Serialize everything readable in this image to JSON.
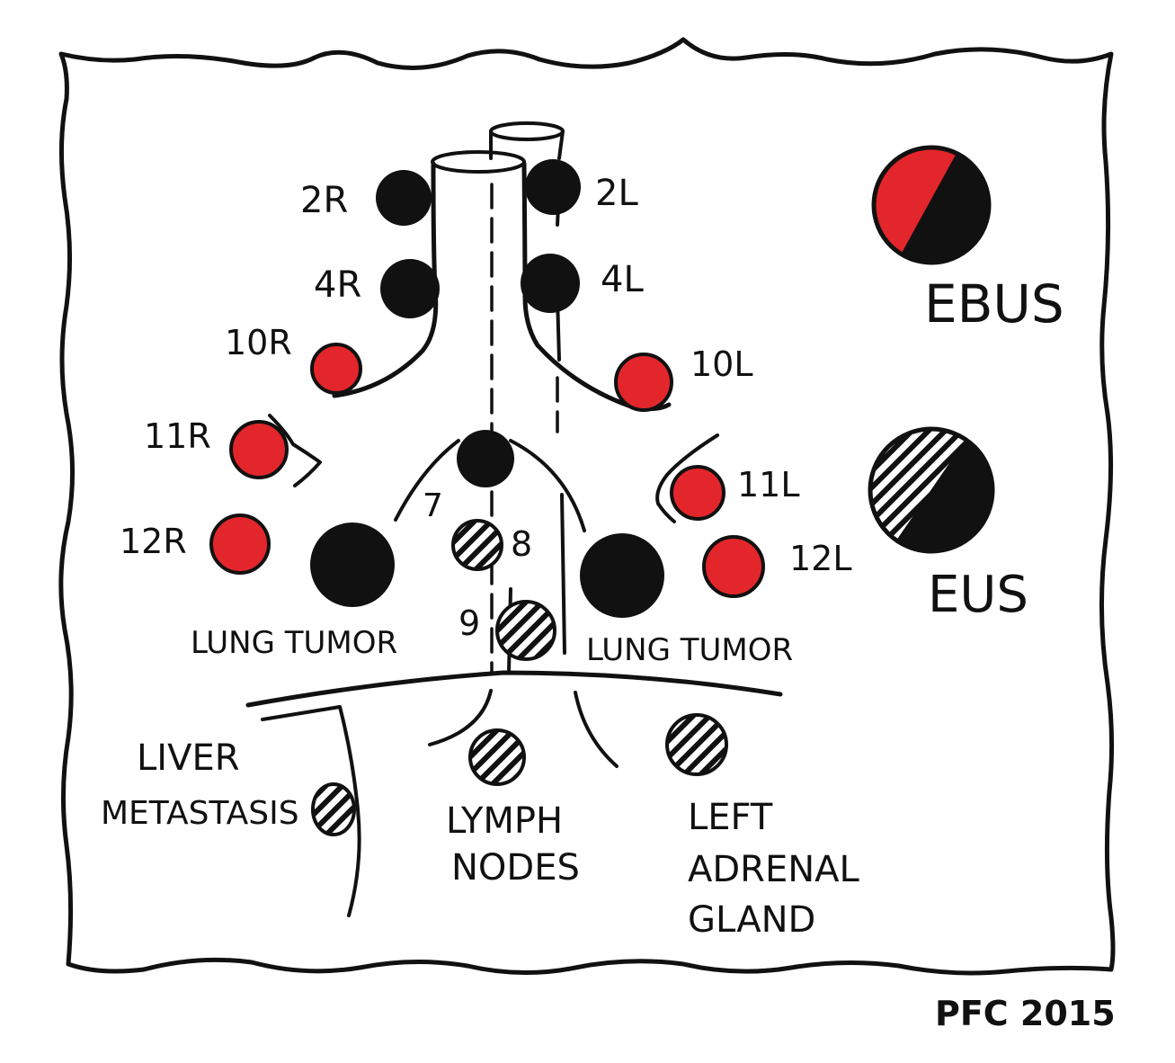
{
  "colors": {
    "ink": "#111111",
    "ebus": "#e3262b",
    "background": "#ffffff"
  },
  "stations": {
    "s2R": "2R",
    "s2L": "2L",
    "s4R": "4R",
    "s4L": "4L",
    "s10R": "10R",
    "s10L": "10L",
    "s11R": "11R",
    "s11L": "11L",
    "s12R": "12R",
    "s12L": "12L",
    "s7": "7",
    "s8": "8",
    "s9": "9"
  },
  "tumors": {
    "left": "LUNG TUMOR",
    "right": "LUNG TUMOR"
  },
  "abdomen": {
    "liver_line1": "LIVER",
    "liver_line2": "METASTASIS",
    "lymph_line1": "LYMPH",
    "lymph_line2": "NODES",
    "adrenal_line1": "LEFT",
    "adrenal_line2": "ADRENAL",
    "adrenal_line3": "GLAND"
  },
  "legend": {
    "ebus": "EBUS",
    "eus": "EUS"
  },
  "signature": "PFC 2015"
}
